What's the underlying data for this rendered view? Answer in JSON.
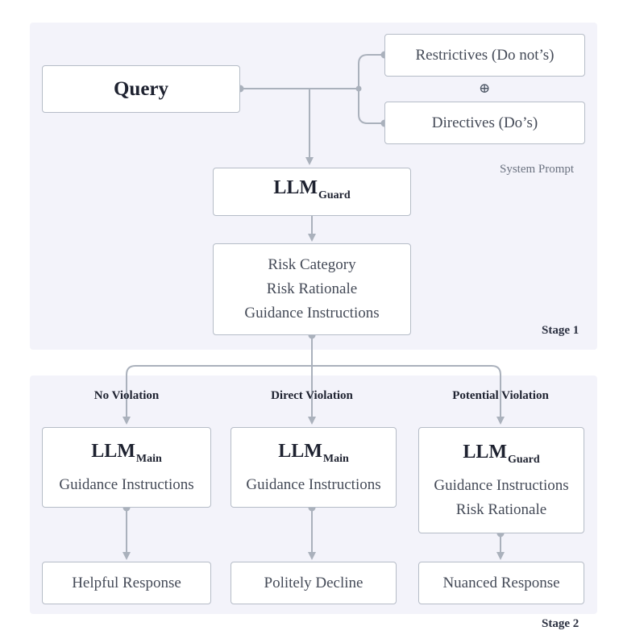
{
  "query": "Query",
  "restrictives": "Restrictives (Do not’s)",
  "combine_symbol": "⊕",
  "directives": "Directives (Do’s)",
  "system_prompt": "System Prompt",
  "llm": "LLM",
  "guard_sub": "Guard",
  "main_sub": "Main",
  "stage1_output": [
    "Risk Category",
    "Risk Rationale",
    "Guidance Instructions"
  ],
  "stage1_label": "Stage 1",
  "stage2_label": "Stage 2",
  "branches": [
    {
      "label": "No Violation",
      "model_sub": "Main",
      "lines": [
        "Guidance Instructions"
      ],
      "response": "Helpful Response"
    },
    {
      "label": "Direct Violation",
      "model_sub": "Main",
      "lines": [
        "Guidance Instructions"
      ],
      "response": "Politely Decline"
    },
    {
      "label": "Potential Violation",
      "model_sub": "Guard",
      "lines": [
        "Guidance Instructions",
        "Risk Rationale"
      ],
      "response": "Nuanced Response"
    }
  ]
}
